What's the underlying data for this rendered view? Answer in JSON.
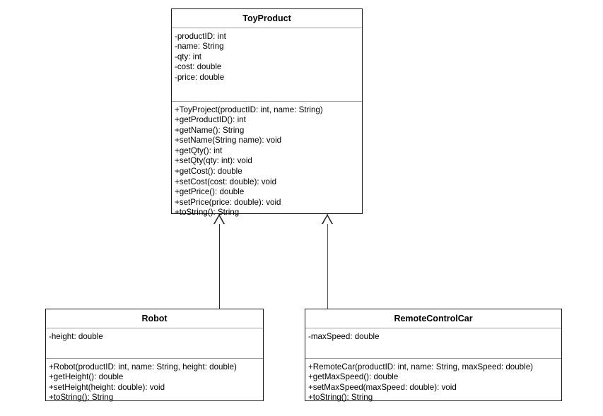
{
  "diagram": {
    "type": "uml-class-diagram",
    "background_color": "#ffffff",
    "border_color": "#1a1a1a",
    "divider_color": "#9a9a9a",
    "connector_color": "#2b2b2b"
  },
  "classes": [
    {
      "id": "toyproduct",
      "name": "ToyProduct",
      "role": "superclass",
      "attributes": [
        "-productID: int",
        "-name: String",
        "-qty: int",
        "-cost: double",
        "-price: double"
      ],
      "methods": [
        "+ToyProject(productID: int, name: String)",
        "+getProductID(): int",
        "+getName(): String",
        "+setName(String name): void",
        "+getQty(): int",
        "+setQty(qty: int): void",
        "+getCost(): double",
        "+setCost(cost: double): void",
        "+getPrice(): double",
        "+setPrice(price: double): void",
        "+toString(): String"
      ]
    },
    {
      "id": "robot",
      "name": "Robot",
      "role": "subclass",
      "attributes": [
        "-height: double"
      ],
      "methods": [
        "+Robot(productID: int, name: String, height: double)",
        "+getHeight(): double",
        "+setHeight(height: double): void",
        "+toString(): String"
      ]
    },
    {
      "id": "remotecontrolcar",
      "name": "RemoteControlCar",
      "role": "subclass",
      "attributes": [
        "-maxSpeed: double"
      ],
      "methods": [
        "+RemoteCar(productID: int, name: String, maxSpeed: double)",
        "+getMaxSpeed(): double",
        "+setMaxSpeed(maxSpeed: double): void",
        "+toString(): String"
      ]
    }
  ],
  "relationships": [
    {
      "id": "robot-extends-toyproduct",
      "kind": "generalization",
      "from": "Robot",
      "to": "ToyProduct",
      "arrow": "hollow-triangle"
    },
    {
      "id": "remotecontrolcar-extends-toyproduct",
      "kind": "generalization",
      "from": "RemoteControlCar",
      "to": "ToyProduct",
      "arrow": "hollow-triangle"
    }
  ]
}
